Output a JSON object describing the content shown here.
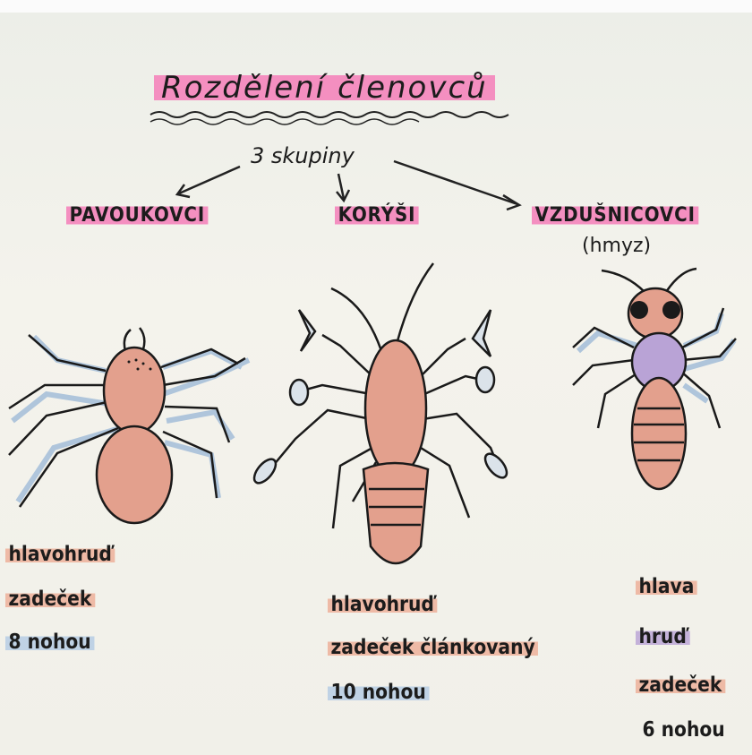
{
  "title": "Rozdělení členovců",
  "subtitle": "3 skupiny",
  "groups": [
    {
      "name": "PAVOUKOVCI",
      "note": "",
      "labels": [
        "hlavohruď",
        "zadeček",
        "8 nohou"
      ]
    },
    {
      "name": "KORÝŠI",
      "note": "",
      "labels": [
        "hlavohruď",
        "zadeček článkovaný",
        "10 nohou"
      ]
    },
    {
      "name": "VZDUŠNICOVCI",
      "note": "(hmyz)",
      "labels": [
        "hlava",
        "hruď",
        "zadeček",
        "6 nohou"
      ]
    }
  ],
  "colors": {
    "title_highlight": "#f48fc0",
    "body_fill": "#e3a08d",
    "thorax_fill": "#b9a3d6",
    "leg_shadow": "#9fbad8"
  }
}
